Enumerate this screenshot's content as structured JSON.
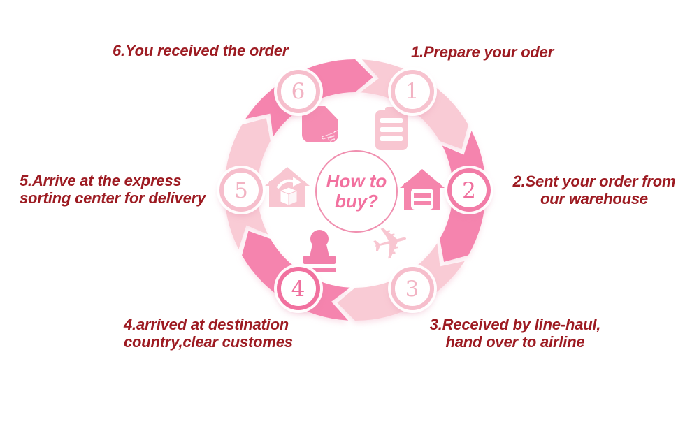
{
  "center": {
    "line1": "How to",
    "line2": "buy?"
  },
  "colors": {
    "band_light": "#F9CBD5",
    "band_dark": "#F584AE",
    "label_text": "#9D1B22",
    "center_text": "#F2719F",
    "center_border": "#F090B0"
  },
  "steps": [
    {
      "num": "1",
      "icon": "clipboard-icon",
      "line1": "1.Prepare your oder",
      "line2": "",
      "band_color": "#F9CBD5",
      "badge_color": "#F7C3CF",
      "num_color": "#F2B3C3",
      "icon_color": "#F8C6D1"
    },
    {
      "num": "2",
      "icon": "warehouse-icon",
      "line1": "2.Sent your order from",
      "line2": "our warehouse",
      "band_color": "#F584AE",
      "badge_color": "#F27CA7",
      "num_color": "#EF6F9D",
      "icon_color": "#F585AC"
    },
    {
      "num": "3",
      "icon": "airplane-icon",
      "glyph": "✈",
      "line1": "3.Received by line-haul,",
      "line2": "hand over to airline",
      "band_color": "#F9CBD5",
      "badge_color": "#F6BECC",
      "num_color": "#F2B3C3",
      "icon_color": "#F8C6D1"
    },
    {
      "num": "4",
      "icon": "stamp-icon",
      "line1": "4.arrived at destination",
      "line2": "country,clear customes",
      "band_color": "#F584AE",
      "badge_color": "#F1719F",
      "num_color": "#EF6F9D",
      "icon_color": "#F280AB"
    },
    {
      "num": "5",
      "icon": "house-parcel-icon",
      "line1": "5.Arrive at the express",
      "line2": "sorting center for delivery",
      "band_color": "#F9CBD5",
      "badge_color": "#F6BECC",
      "num_color": "#F2B3C3",
      "icon_color": "#F8C6D1"
    },
    {
      "num": "6",
      "icon": "hand-receive-icon",
      "glyph": "☜",
      "line1": "6.You received the order",
      "line2": "",
      "band_color": "#F584AE",
      "badge_color": "#F6BECC",
      "num_color": "#F2B3C3",
      "icon_color": "#F58CB2"
    }
  ]
}
